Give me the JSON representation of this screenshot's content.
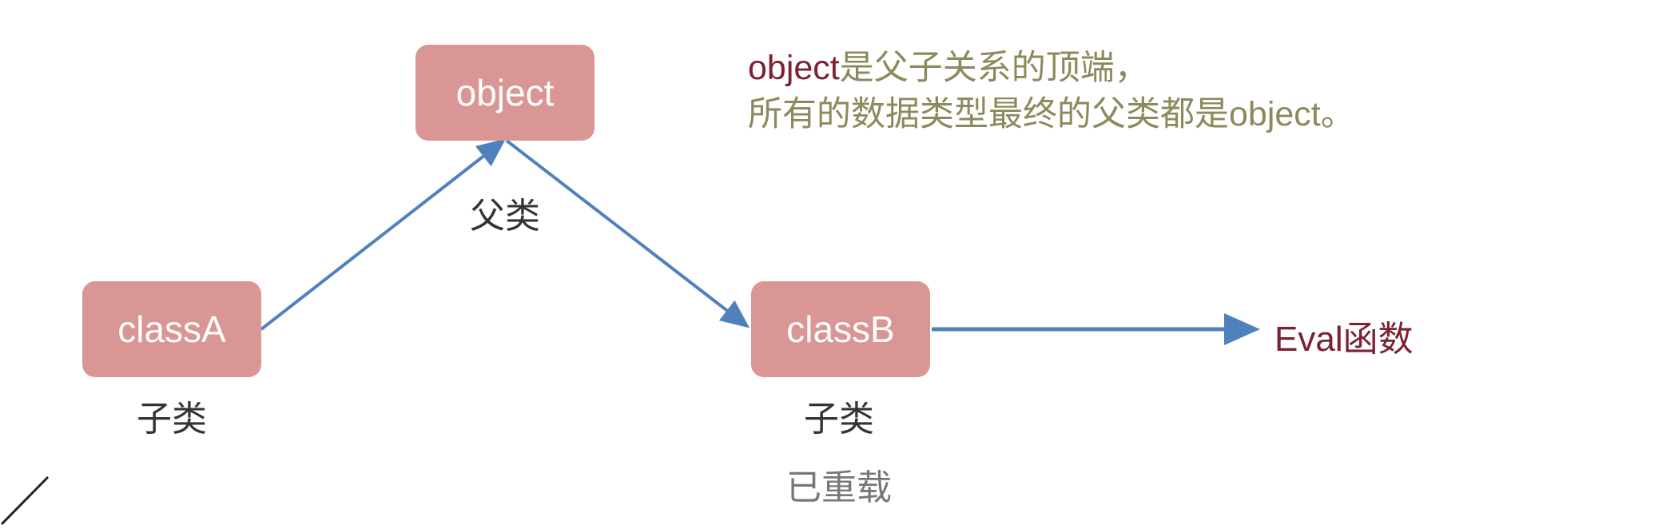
{
  "nodes": {
    "object": "object",
    "classA": "classA",
    "classB": "classB"
  },
  "labels": {
    "parent": "父类",
    "child_a": "子类",
    "child_b": "子类",
    "overloaded": "已重载"
  },
  "note": {
    "line1_keyword": "object",
    "line1_rest": "是父子关系的顶端，",
    "line2_rest": "所有的数据类型最终的父类都是",
    "line2_keyword": "object。"
  },
  "eval": {
    "keyword": "Eval",
    "rest": "函数"
  },
  "colors": {
    "box": "#d99694",
    "arrow": "#4f81bd",
    "keyword": "#7b2130",
    "note": "#8c8a5c"
  }
}
